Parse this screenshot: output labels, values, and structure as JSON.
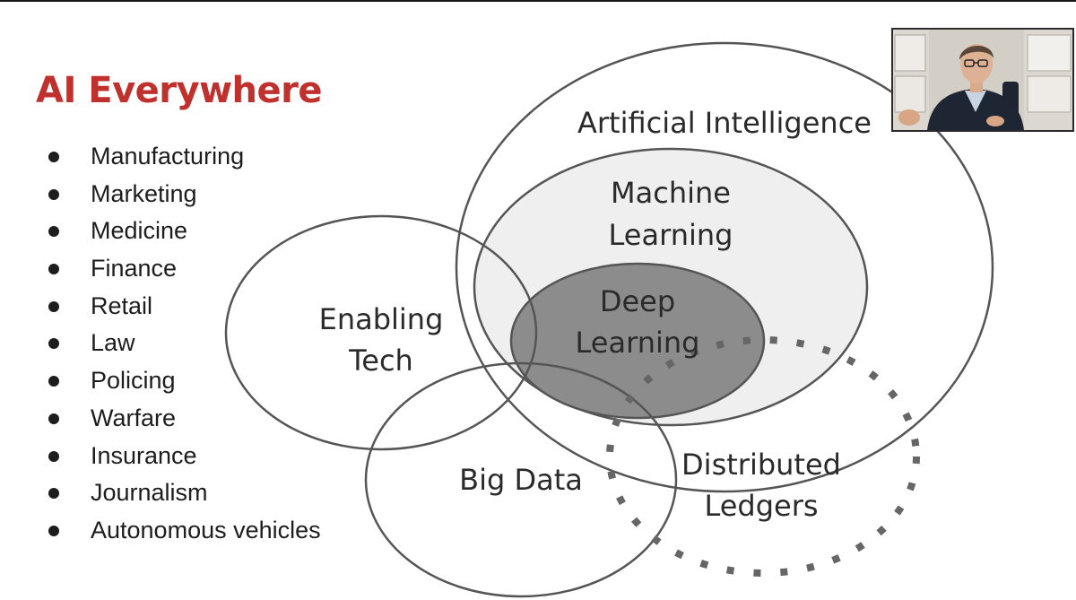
{
  "slide": {
    "title": "AI Everywhere",
    "bullets": [
      "Manufacturing",
      "Marketing",
      "Medicine",
      "Finance",
      "Retail",
      "Law",
      "Policing",
      "Warfare",
      "Insurance",
      "Journalism",
      "Autonomous vehicles"
    ]
  },
  "diagram": {
    "labels": {
      "artificial_intelligence": "Artificial Intelligence",
      "machine_learning_1": "Machine",
      "machine_learning_2": "Learning",
      "deep_learning_1": "Deep",
      "deep_learning_2": "Learning",
      "enabling_tech_1": "Enabling",
      "enabling_tech_2": "Tech",
      "big_data": "Big Data",
      "distributed_ledgers_1": "Distributed",
      "distributed_ledgers_2": "Ledgers"
    },
    "colors": {
      "title": "#c0302d",
      "ml_fill": "#efefef",
      "dl_fill": "#8c8c8c",
      "outline": "#555555",
      "dots": "#666666"
    }
  },
  "webcam": {
    "icon": "person-video-icon"
  }
}
